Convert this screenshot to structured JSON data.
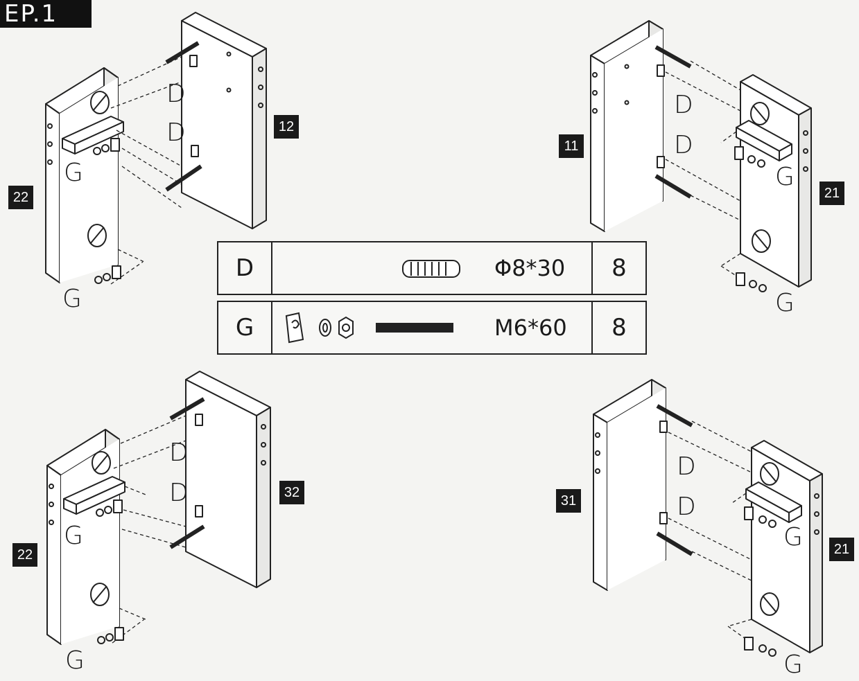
{
  "step": {
    "label": "EP.1"
  },
  "parts": {
    "p12": "12",
    "p11": "11",
    "p21_top": "21",
    "p22_top": "22",
    "p32": "32",
    "p31": "31",
    "p22_bottom": "22",
    "p21_bottom": "21"
  },
  "letters": {
    "dowel": "D",
    "bolt": "G"
  },
  "legend": {
    "rows": [
      {
        "code": "D",
        "spec": "Φ8*30",
        "qty": "8",
        "icon": "dowel-icon"
      },
      {
        "code": "G",
        "spec": "M6*60",
        "qty": "8",
        "icon": "bolt-set-icon"
      }
    ]
  },
  "colors": {
    "ink": "#1a1a1a",
    "paper": "#f4f4f2",
    "badge": "#1a1a1a"
  }
}
